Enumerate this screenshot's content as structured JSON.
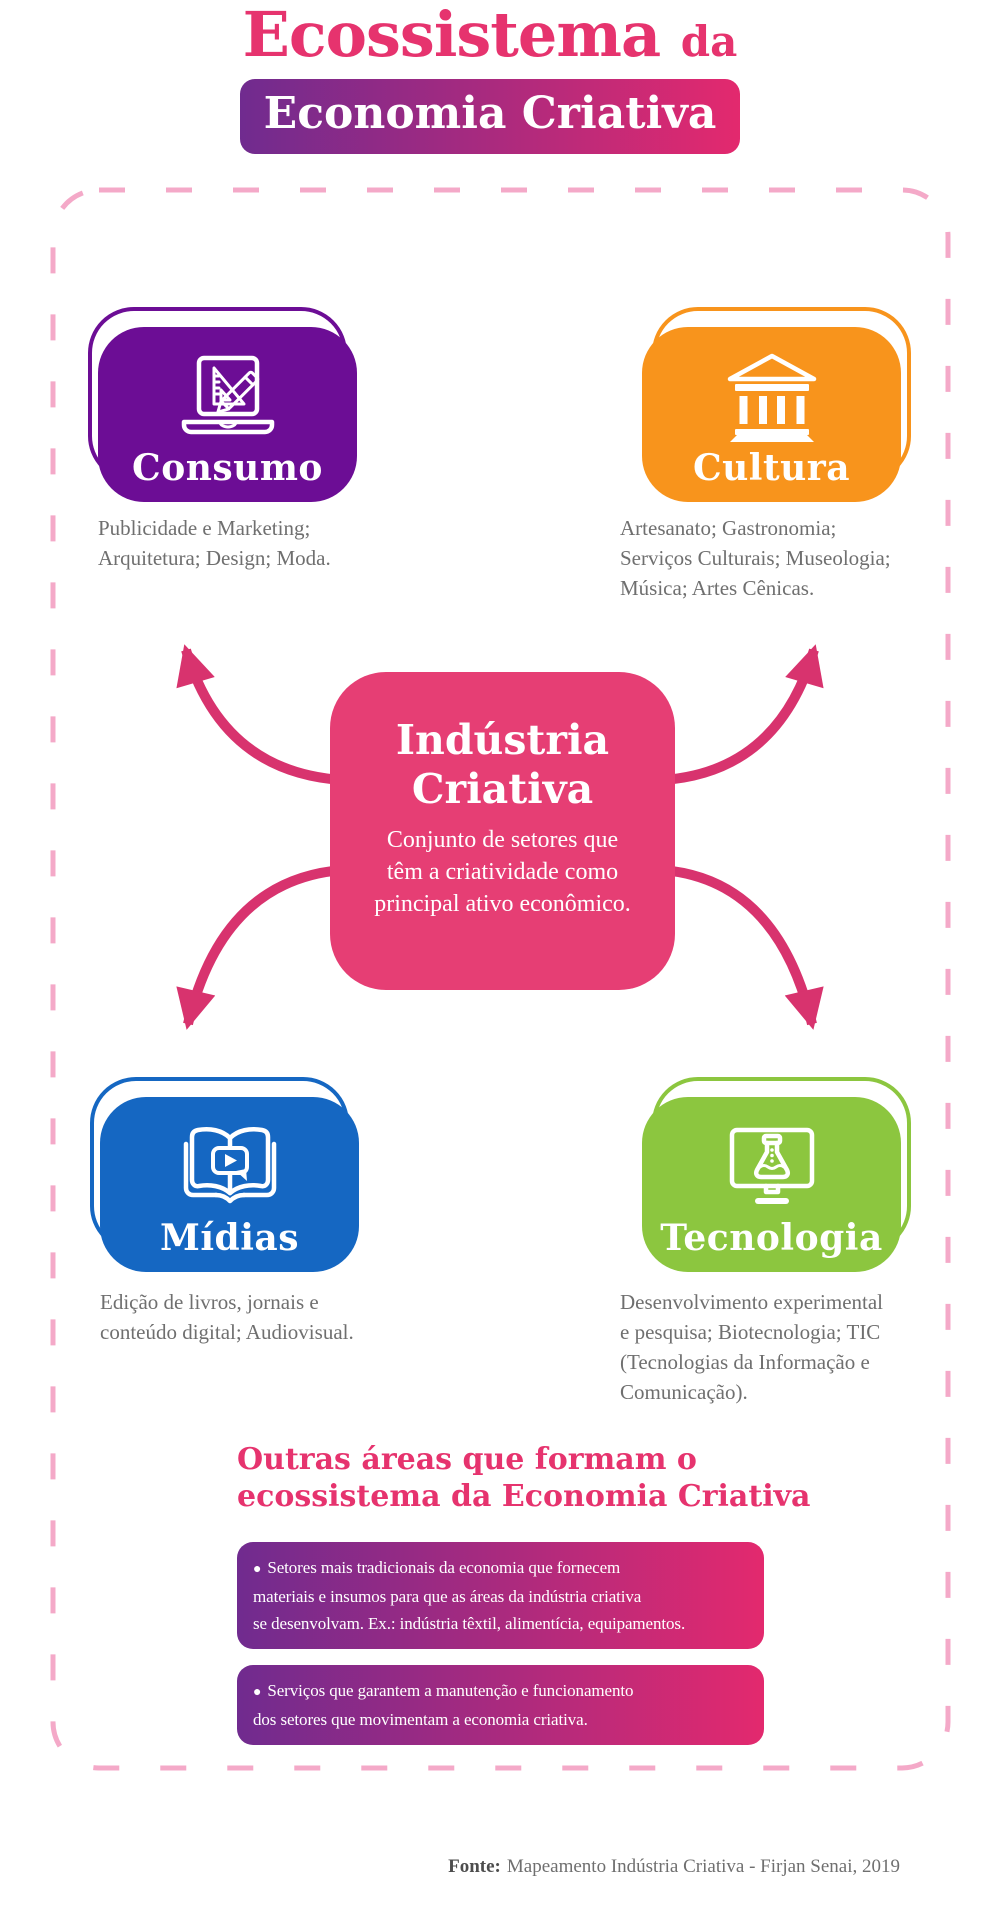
{
  "title": {
    "main": "Ecossistema",
    "small": "da",
    "badge": "Economia Criativa"
  },
  "center": {
    "title_lines": [
      "Indústria",
      "Criativa"
    ],
    "body_lines": [
      "Conjunto de setores que",
      "têm a criatividade como",
      "principal ativo econômico."
    ]
  },
  "cards": [
    {
      "id": "consumo",
      "label": "Consumo",
      "icon": "laptop-design-icon",
      "color": "#6C0D95",
      "description_lines": [
        "Publicidade e Marketing;",
        "Arquitetura; Design; Moda."
      ]
    },
    {
      "id": "cultura",
      "label": "Cultura",
      "icon": "museum-icon",
      "color": "#F8941C",
      "description_lines": [
        "Artesanato; Gastronomia;",
        "Serviços Culturais; Museologia;",
        "Música; Artes Cênicas."
      ]
    },
    {
      "id": "midias",
      "label": "Mídias",
      "icon": "book-media-icon",
      "color": "#1567C2",
      "description_lines": [
        "Edição de livros, jornais e",
        "conteúdo digital; Audiovisual."
      ]
    },
    {
      "id": "tecnologia",
      "label": "Tecnologia",
      "icon": "monitor-flask-icon",
      "color": "#8CC63F",
      "description_lines": [
        "Desenvolvimento experimental",
        "e pesquisa; Biotecnologia; TIC",
        "(Tecnologias da Informação e",
        "Comunicação)."
      ]
    }
  ],
  "outras": {
    "heading_lines": [
      "Outras áreas que formam o",
      "ecossistema da Economia Criativa"
    ],
    "bullet": "●",
    "items": [
      {
        "lines": [
          "Setores mais tradicionais da economia que fornecem",
          "materiais e insumos para que as áreas da indústria criativa",
          "se desenvolvam. Ex.: indústria têxtil, alimentícia, equipamentos."
        ]
      },
      {
        "lines": [
          "Serviços que garantem a manutenção e funcionamento",
          "dos setores que movimentam a economia criativa."
        ]
      }
    ]
  },
  "footer": {
    "label": "Fonte:",
    "text": "Mapeamento Indústria Criativa - Firjan Senai, 2019"
  },
  "colors": {
    "pink": "#E6336E",
    "frame": "#F4A9C8",
    "center": "#E63E74",
    "arrow": "#D8336E",
    "grad-start": "#702B8F",
    "grad-end": "#E3296E",
    "text-gray": "#6F6F6F",
    "footer-gray": "#4D4D4D"
  }
}
